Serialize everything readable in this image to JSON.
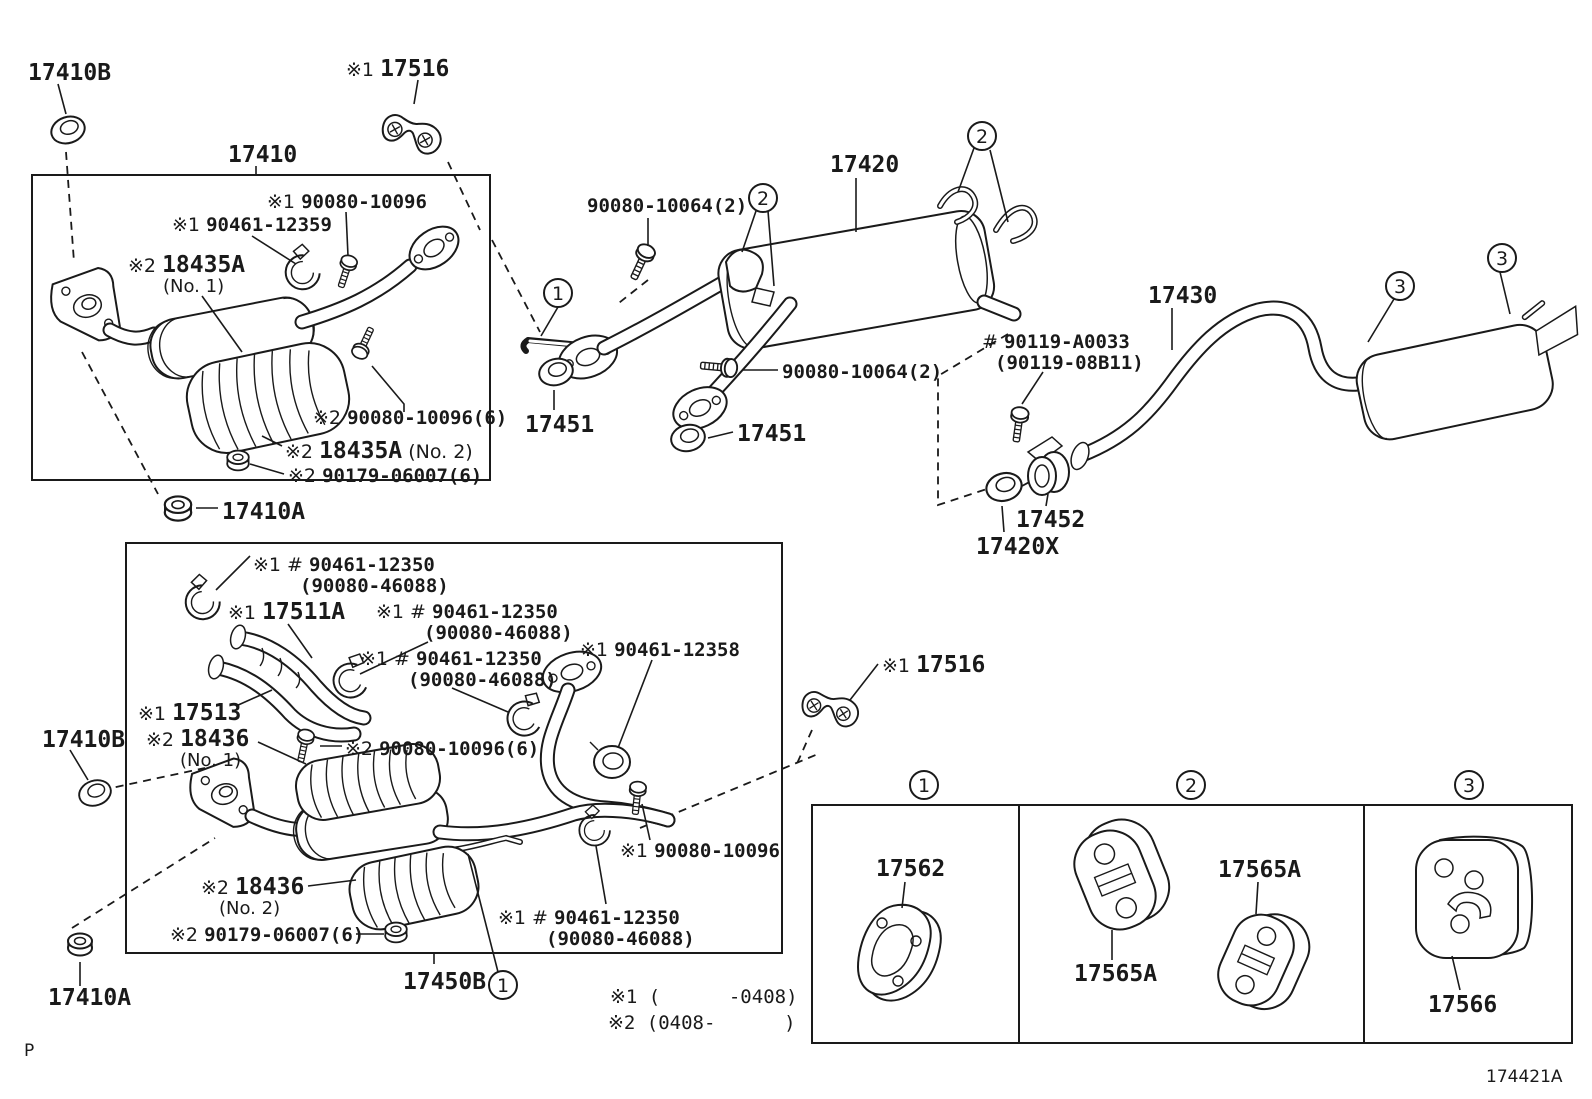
{
  "colors": {
    "line": "#1a1a1a",
    "bg": "#ffffff"
  },
  "page": {
    "corner_mark": "P",
    "diagram_code": "174421A"
  },
  "notes": {
    "note1": "※1 (      -0408)",
    "note2": "※2 (0408-      )"
  },
  "callouts": {
    "c1": "1",
    "c2": "2",
    "c3": "3"
  },
  "labels": {
    "l17410B_top": {
      "num": "17410B"
    },
    "l17516_top": {
      "pre": "※1 ",
      "num": "17516"
    },
    "l17410": {
      "num": "17410"
    },
    "l90080_10096": {
      "pre": "※1 ",
      "num": "90080-10096"
    },
    "l90461_12359": {
      "pre": "※1 ",
      "num": "90461-12359"
    },
    "l18435A_1": {
      "pre": "※2 ",
      "num": "18435A"
    },
    "l18435A_1_sub": {
      "txt": "(No. 1)"
    },
    "l90080_10096_6": {
      "pre": "※2 ",
      "num": "90080-10096(6)"
    },
    "l18435A_2": {
      "pre": "※2 ",
      "num": "18435A",
      "suf": " (No. 2)"
    },
    "l90179_06007": {
      "pre": "※2 ",
      "num": "90179-06007(6)"
    },
    "l17410A": {
      "num": "17410A"
    },
    "l90080_10064_a": {
      "num": "90080-10064(2)"
    },
    "l17420": {
      "num": "17420"
    },
    "l17451_a": {
      "num": "17451"
    },
    "l17451_b": {
      "num": "17451"
    },
    "l90080_10064_b": {
      "num": "90080-10064(2)"
    },
    "l90119_1": {
      "pre": "# ",
      "num": "90119-A0033"
    },
    "l90119_2": {
      "txt": "(90119-08B11)"
    },
    "l17430": {
      "num": "17430"
    },
    "l17452": {
      "num": "17452"
    },
    "l17420X": {
      "num": "17420X"
    },
    "l12350_a1": {
      "pre": "※1 # ",
      "num": "90461-12350"
    },
    "l12350_a2": {
      "txt": "(90080-46088)"
    },
    "l17511A": {
      "pre": "※1 ",
      "num": "17511A"
    },
    "l12350_b1": {
      "pre": "※1 # ",
      "num": "90461-12350"
    },
    "l12350_b2": {
      "txt": "(90080-46088)"
    },
    "l12350_c1": {
      "pre": "※1 # ",
      "num": "90461-12350"
    },
    "l12350_c2": {
      "txt": "(90080-46088)"
    },
    "l17513": {
      "pre": "※1 ",
      "num": "17513"
    },
    "l18436_1": {
      "pre": "※2 ",
      "num": "18436"
    },
    "l18436_1_sub": {
      "txt": "(No. 1)"
    },
    "l90080_10096_6b": {
      "pre": "※2 ",
      "num": "90080-10096(6)"
    },
    "l90461_12358": {
      "pre": "※1 ",
      "num": "90461-12358"
    },
    "l17410B_low": {
      "num": "17410B"
    },
    "l18436_2": {
      "pre": "※2 ",
      "num": "18436"
    },
    "l18436_2_sub": {
      "txt": "(No. 2)"
    },
    "l90179_06007b": {
      "pre": "※2 ",
      "num": "90179-06007(6)"
    },
    "l90080_10096c": {
      "pre": "※1 ",
      "num": "90080-10096"
    },
    "l12350_d1": {
      "pre": "※1 # ",
      "num": "90461-12350"
    },
    "l12350_d2": {
      "txt": "(90080-46088)"
    },
    "l17450B": {
      "num": "17450B"
    },
    "l17410A_low": {
      "num": "17410A"
    },
    "l17516_r": {
      "pre": "※1 ",
      "num": "17516"
    }
  },
  "legend": {
    "col1_part": "17562",
    "col2_part_a": "17565A",
    "col2_part_b": "17565A",
    "col3_part": "17566"
  }
}
